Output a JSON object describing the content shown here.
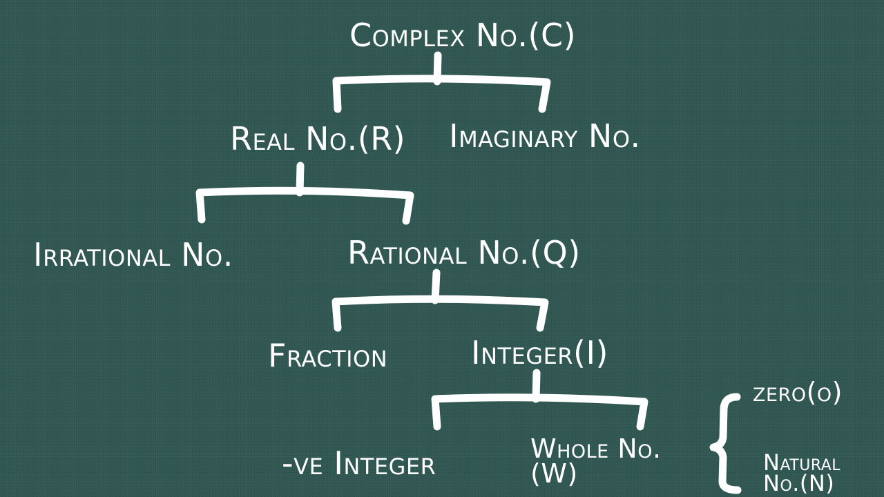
{
  "diagram": {
    "nodes": {
      "complex": "Complex No.(C)",
      "real": "Real No.(R)",
      "imaginary": "Imaginary No.",
      "irrational": "Irrational No.",
      "rational": "Rational No.(Q)",
      "fraction": "Fraction",
      "integer": "Integer(I)",
      "negative_integer": "-ve Integer",
      "whole": "Whole No.(W)",
      "zero": "zero(o)",
      "natural": "Natural No.(N)"
    },
    "colors": {
      "background": "#2f5650",
      "chalk": "#ffffff"
    }
  }
}
